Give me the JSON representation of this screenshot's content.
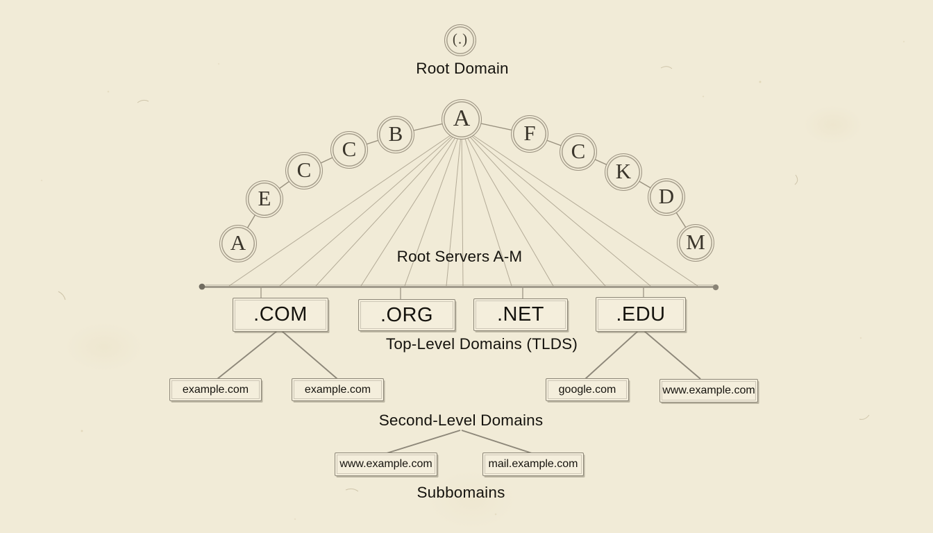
{
  "diagram": {
    "root": {
      "symbol": "(.)",
      "label": "Root Domain"
    },
    "root_servers": {
      "caption": "Root Servers A-M",
      "nodes": [
        {
          "label": "A"
        },
        {
          "label": "E"
        },
        {
          "label": "C"
        },
        {
          "label": "C"
        },
        {
          "label": "B"
        },
        {
          "label": "A"
        },
        {
          "label": "F"
        },
        {
          "label": "C"
        },
        {
          "label": "K"
        },
        {
          "label": "D"
        },
        {
          "label": "M"
        }
      ]
    },
    "tlds": {
      "caption": "Top-Level Domains (TLDS)",
      "items": [
        ".COM",
        ".ORG",
        ".NET",
        ".EDU"
      ]
    },
    "second_level": {
      "caption": "Second-Level Domains",
      "com_children": [
        "example.com",
        "example.com"
      ],
      "edu_children": [
        "google.com",
        "www.example.com"
      ]
    },
    "subdomains": {
      "caption": "Subbomains",
      "items": [
        "www.example.com",
        "mail.example.com"
      ]
    },
    "colors": {
      "background": "#f1ebd7",
      "ink": "#1b1914",
      "pencil_stroke": "#938b7a",
      "line": "#a89f8b"
    }
  }
}
